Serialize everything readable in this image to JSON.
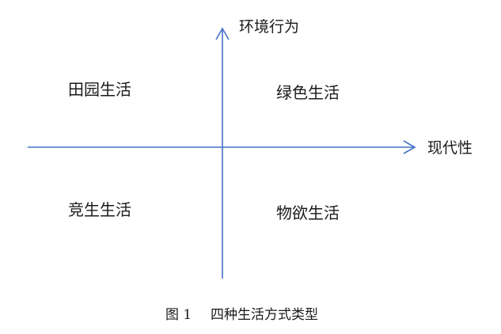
{
  "y_axis": {
    "label": "环境行为"
  },
  "x_axis": {
    "label": "现代性"
  },
  "quadrants": {
    "top_left": "田园生活",
    "top_right": "绿色生活",
    "bottom_left": "竞生生活",
    "bottom_right": "物欲生活"
  },
  "caption": {
    "number": "图 1",
    "title": "四种生活方式类型"
  },
  "colors": {
    "axis": "#4472c4",
    "text": "#1a1a1a"
  }
}
